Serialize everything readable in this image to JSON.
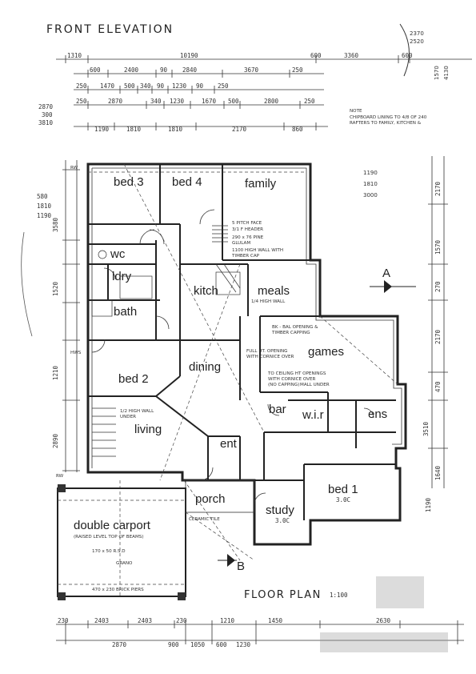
{
  "header": {
    "title": "FRONT ELEVATION"
  },
  "plan_title": "FLOOR PLAN",
  "plan_scale": "1:100",
  "rooms": {
    "bed3": "bed 3",
    "bed4": "bed 4",
    "family": "family",
    "wc": "wc",
    "ldry": "ldry",
    "bath": "bath",
    "kitch": "kitch",
    "meals": "meals",
    "games": "games",
    "bed2": "bed 2",
    "dining": "dining",
    "living": "living",
    "bar": "bar",
    "wir": "w.i.r",
    "ens": "ens",
    "ent": "ent",
    "porch": "porch",
    "study": "study",
    "bed1": "bed 1",
    "carport": "double carport"
  },
  "dimensions_top": {
    "row1": [
      "1310",
      "10190",
      "600",
      "3360",
      "600"
    ],
    "row2": [
      "600",
      "2400",
      "90",
      "2840",
      "3670",
      "250"
    ],
    "row3": [
      "250",
      "1470",
      "500",
      "340",
      "90",
      "1230",
      "90",
      "250"
    ],
    "row4": [
      "250",
      "2870",
      "340",
      "1230",
      "1670",
      "500",
      "2800",
      "250"
    ],
    "row5": [
      "1190",
      "1810",
      "1810",
      "2170",
      "860"
    ]
  },
  "dimensions_bottom": {
    "row1": [
      "230",
      "2403",
      "2403",
      "230",
      "1210",
      "1450",
      "2630"
    ],
    "row2": [
      "2870",
      "900",
      "1050",
      "600",
      "1230"
    ]
  },
  "dimensions_left": [
    "2870",
    "300",
    "3810",
    "580",
    "1810",
    "1190",
    "3580",
    "1520",
    "1210",
    "2890"
  ],
  "dimensions_right": [
    "2170",
    "1570",
    "270",
    "2170",
    "470",
    "3510",
    "1640",
    "1190"
  ],
  "side_notes": {
    "top_right": [
      "1190",
      "1810",
      "3000"
    ],
    "far_right": [
      "4130",
      "1570"
    ],
    "corner": [
      "2370",
      "2520"
    ]
  },
  "annotations": {
    "note_title": "NOTE",
    "note_text_1": "CHIPBOARD LINING TO 4/8 OF 240",
    "note_text_2": "RAFTERS TO FAMILY, KITCHEN &",
    "stair_1": "5 PITCH FACE",
    "stair_2": "3/1 F HEADER",
    "stair_3": "290 x 76 PINE",
    "stair_4": "GLULAM",
    "half_wall": "1100 HIGH WALL WITH",
    "timber_cap": "TIMBER CAP",
    "kitchen_wall": "1/4 HIGH WALL",
    "games_note_1": "BK - BAL OPENING &",
    "games_note_2": "TIMBER CAPPING",
    "full_opening": "FULL HT. OPENING",
    "cornice": "WITH CORNICE OVER",
    "ceiling_1": "TO CEILING HT OPENINGS",
    "ceiling_2": "WITH CORNICE OVER",
    "ceiling_3": "(NO CAPPING)",
    "lintel": "MALL UNDER",
    "living_wall_1": "1/2 HIGH WALL",
    "living_wall_2": "UNDER",
    "carport_note": "(RAISED LEVEL TOP OF BEAMS)",
    "carport_beam": "170 x 50 R.S.D",
    "grano": "GRANO",
    "brick_piers": "470 x 230 BRICK PIERS",
    "porch_note": "CERAMIC TILE",
    "study_label": "3.0C",
    "bed1_label": "3.0C",
    "rw": "RW",
    "hws": "HWS",
    "arrow_a": "A",
    "arrow_b": "B"
  }
}
